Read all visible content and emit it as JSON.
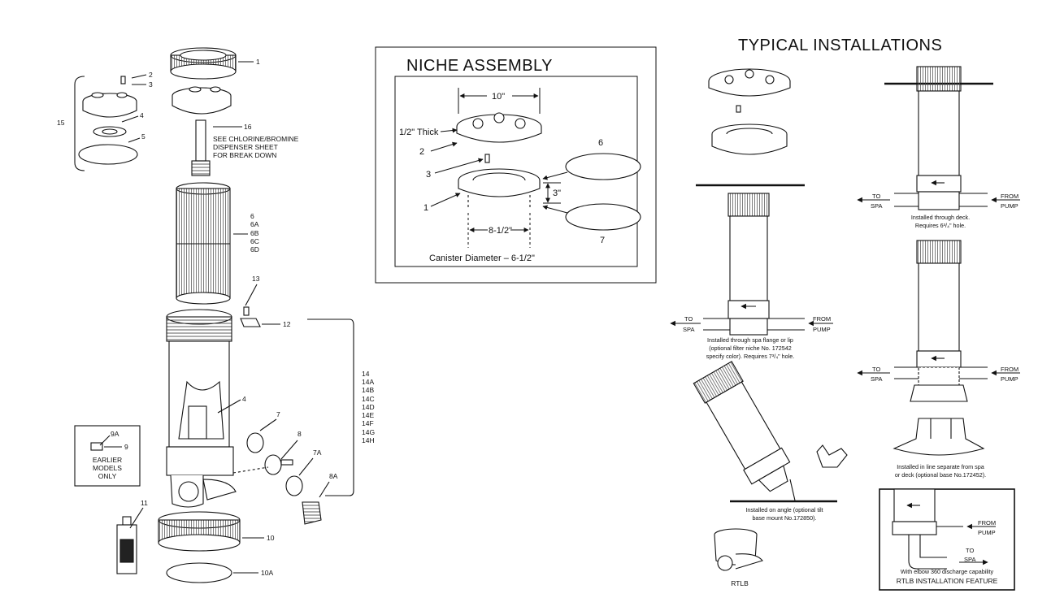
{
  "titles": {
    "niche_assembly": "NICHE ASSEMBLY",
    "typical_installations": "TYPICAL INSTALLATIONS"
  },
  "exploded_view": {
    "labels": {
      "p1": "1",
      "p2": "2",
      "p3": "3",
      "p4a": "4",
      "p5": "5",
      "p15": "15",
      "p16": "16",
      "p6": "6",
      "p6a": "6A",
      "p6b": "6B",
      "p6c": "6C",
      "p6d": "6D",
      "p13": "13",
      "p12": "12",
      "p4b": "4",
      "p7": "7",
      "p8": "8",
      "p7a": "7A",
      "p8a": "8A",
      "p9a": "9A",
      "p9": "9",
      "p11": "11",
      "p10": "10",
      "p10a": "10A",
      "g14": "14",
      "g14a": "14A",
      "g14b": "14B",
      "g14c": "14C",
      "g14d": "14D",
      "g14e": "14E",
      "g14f": "14F",
      "g14g": "14G",
      "g14h": "14H"
    },
    "dispenser_note": [
      "SEE CHLORINE/BROMINE",
      "DISPENSER SHEET",
      "FOR BREAK DOWN"
    ],
    "earlier_models": [
      "EARLIER",
      "MODELS",
      "ONLY"
    ]
  },
  "niche": {
    "dim_width": "10\"",
    "thickness": "1/2\" Thick",
    "dim_height": "3\"",
    "dim_inner": "8-1/2\"",
    "canister_diameter": "Canister Diameter – 6-1/2\"",
    "labels": {
      "n1": "1",
      "n2": "2",
      "n3": "3",
      "n6": "6",
      "n7": "7"
    }
  },
  "installations": {
    "to": "TO",
    "spa": "SPA",
    "from": "FROM",
    "pump": "PUMP",
    "flange_caption": [
      "Installed through spa flange or lip",
      "(optional filter niche No. 172542",
      "specify color). Requires 7³/₄\" hole."
    ],
    "deck_caption": [
      "Installed through deck.",
      "Requires 6³/₄\" hole."
    ],
    "inline_caption": [
      "Installed in line separate from spa",
      "or deck (optional base No.172452)."
    ],
    "angle_caption": [
      "Installed on angle (optional tilt",
      "base mount No.172850)."
    ],
    "rtlb_label": "RTLB",
    "elbow_caption": "With elbow 360  discharge capability",
    "rtlb_feature": "RTLB INSTALLATION FEATURE"
  }
}
